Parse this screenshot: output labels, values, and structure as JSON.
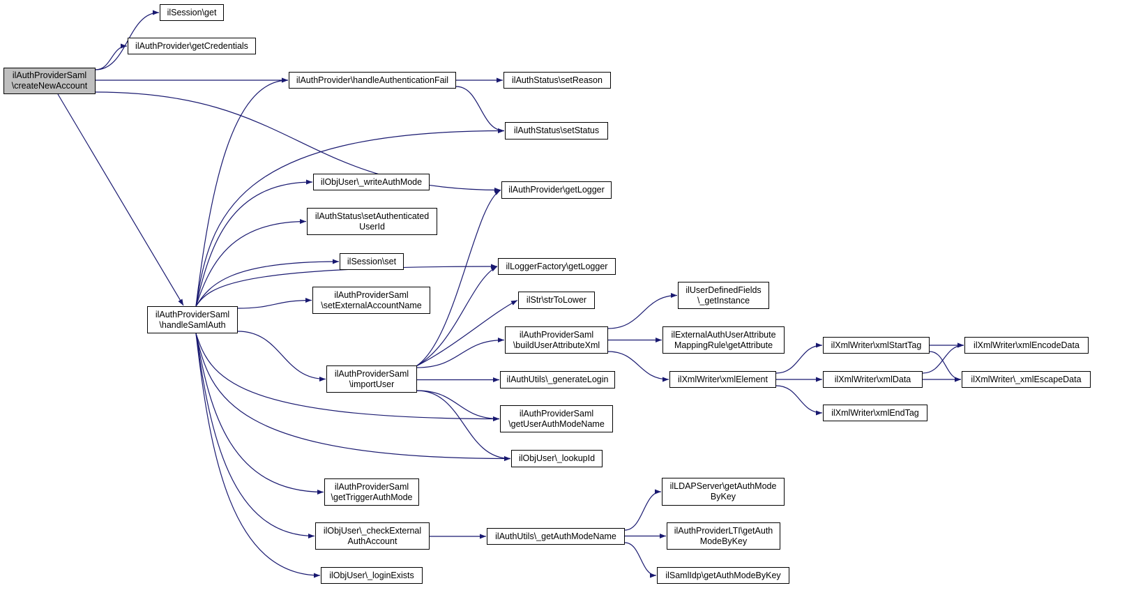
{
  "colors": {
    "edge": "#191970",
    "node_border": "#000000",
    "node_fill": "#ffffff",
    "root_fill": "#bfbfbf"
  },
  "nodes": [
    {
      "id": "createNewAccount",
      "lines": [
        "ilAuthProviderSaml",
        "\\createNewAccount"
      ],
      "root": true
    },
    {
      "id": "sessionGet",
      "lines": [
        "ilSession\\get"
      ]
    },
    {
      "id": "getCredentials",
      "lines": [
        "ilAuthProvider\\getCredentials"
      ]
    },
    {
      "id": "handleAuthFail",
      "lines": [
        "ilAuthProvider\\handleAuthenticationFail"
      ]
    },
    {
      "id": "setReason",
      "lines": [
        "ilAuthStatus\\setReason"
      ]
    },
    {
      "id": "setStatus",
      "lines": [
        "ilAuthStatus\\setStatus"
      ]
    },
    {
      "id": "getLogger",
      "lines": [
        "ilAuthProvider\\getLogger"
      ]
    },
    {
      "id": "writeAuthMode",
      "lines": [
        "ilObjUser\\_writeAuthMode"
      ]
    },
    {
      "id": "setAuthUserId",
      "lines": [
        "ilAuthStatus\\setAuthenticated",
        "UserId"
      ]
    },
    {
      "id": "sessionSet",
      "lines": [
        "ilSession\\set"
      ]
    },
    {
      "id": "setExtAccName",
      "lines": [
        "ilAuthProviderSaml",
        "\\setExternalAccountName"
      ]
    },
    {
      "id": "handleSamlAuth",
      "lines": [
        "ilAuthProviderSaml",
        "\\handleSamlAuth"
      ]
    },
    {
      "id": "loggerFactory",
      "lines": [
        "ilLoggerFactory\\getLogger"
      ]
    },
    {
      "id": "strToLower",
      "lines": [
        "ilStr\\strToLower"
      ]
    },
    {
      "id": "buildUserAttrXml",
      "lines": [
        "ilAuthProviderSaml",
        "\\buildUserAttributeXml"
      ]
    },
    {
      "id": "importUser",
      "lines": [
        "ilAuthProviderSaml",
        "\\importUser"
      ]
    },
    {
      "id": "generateLogin",
      "lines": [
        "ilAuthUtils\\_generateLogin"
      ]
    },
    {
      "id": "getUserAuthModeName",
      "lines": [
        "ilAuthProviderSaml",
        "\\getUserAuthModeName"
      ]
    },
    {
      "id": "lookupId",
      "lines": [
        "ilObjUser\\_lookupId"
      ]
    },
    {
      "id": "getTriggerAuthMode",
      "lines": [
        "ilAuthProviderSaml",
        "\\getTriggerAuthMode"
      ]
    },
    {
      "id": "checkExtAuth",
      "lines": [
        "ilObjUser\\_checkExternal",
        "AuthAccount"
      ]
    },
    {
      "id": "loginExists",
      "lines": [
        "ilObjUser\\_loginExists"
      ]
    },
    {
      "id": "getAuthModeName",
      "lines": [
        "ilAuthUtils\\_getAuthModeName"
      ]
    },
    {
      "id": "udfGetInstance",
      "lines": [
        "ilUserDefinedFields",
        "\\_getInstance"
      ]
    },
    {
      "id": "extAuthGetAttr",
      "lines": [
        "ilExternalAuthUserAttribute",
        "MappingRule\\getAttribute"
      ]
    },
    {
      "id": "xmlElement",
      "lines": [
        "ilXmlWriter\\xmlElement"
      ]
    },
    {
      "id": "xmlStartTag",
      "lines": [
        "ilXmlWriter\\xmlStartTag"
      ]
    },
    {
      "id": "xmlData",
      "lines": [
        "ilXmlWriter\\xmlData"
      ]
    },
    {
      "id": "xmlEndTag",
      "lines": [
        "ilXmlWriter\\xmlEndTag"
      ]
    },
    {
      "id": "xmlEncodeData",
      "lines": [
        "ilXmlWriter\\xmlEncodeData"
      ]
    },
    {
      "id": "xmlEscapeData",
      "lines": [
        "ilXmlWriter\\_xmlEscapeData"
      ]
    },
    {
      "id": "ldapGetAuthMode",
      "lines": [
        "ilLDAPServer\\getAuthMode",
        "ByKey"
      ]
    },
    {
      "id": "ltiGetAuthMode",
      "lines": [
        "ilAuthProviderLTI\\getAuth",
        "ModeByKey"
      ]
    },
    {
      "id": "samlIdpGetAuthMode",
      "lines": [
        "ilSamlIdp\\getAuthModeByKey"
      ]
    }
  ],
  "edges": [
    [
      "createNewAccount",
      "sessionGet"
    ],
    [
      "createNewAccount",
      "getCredentials"
    ],
    [
      "createNewAccount",
      "handleAuthFail"
    ],
    [
      "createNewAccount",
      "getLogger"
    ],
    [
      "createNewAccount",
      "handleSamlAuth"
    ],
    [
      "handleAuthFail",
      "setReason"
    ],
    [
      "handleAuthFail",
      "setStatus"
    ],
    [
      "handleSamlAuth",
      "handleAuthFail"
    ],
    [
      "handleSamlAuth",
      "setStatus"
    ],
    [
      "handleSamlAuth",
      "writeAuthMode"
    ],
    [
      "handleSamlAuth",
      "setAuthUserId"
    ],
    [
      "handleSamlAuth",
      "sessionSet"
    ],
    [
      "handleSamlAuth",
      "setExtAccName"
    ],
    [
      "handleSamlAuth",
      "loggerFactory"
    ],
    [
      "handleSamlAuth",
      "importUser"
    ],
    [
      "handleSamlAuth",
      "getUserAuthModeName"
    ],
    [
      "handleSamlAuth",
      "lookupId"
    ],
    [
      "handleSamlAuth",
      "getTriggerAuthMode"
    ],
    [
      "handleSamlAuth",
      "checkExtAuth"
    ],
    [
      "handleSamlAuth",
      "loginExists"
    ],
    [
      "importUser",
      "getLogger"
    ],
    [
      "importUser",
      "loggerFactory"
    ],
    [
      "importUser",
      "strToLower"
    ],
    [
      "importUser",
      "buildUserAttrXml"
    ],
    [
      "importUser",
      "generateLogin"
    ],
    [
      "importUser",
      "getUserAuthModeName"
    ],
    [
      "importUser",
      "lookupId"
    ],
    [
      "buildUserAttrXml",
      "udfGetInstance"
    ],
    [
      "buildUserAttrXml",
      "extAuthGetAttr"
    ],
    [
      "buildUserAttrXml",
      "xmlElement"
    ],
    [
      "xmlElement",
      "xmlStartTag"
    ],
    [
      "xmlElement",
      "xmlData"
    ],
    [
      "xmlElement",
      "xmlEndTag"
    ],
    [
      "xmlStartTag",
      "xmlEncodeData"
    ],
    [
      "xmlStartTag",
      "xmlEscapeData"
    ],
    [
      "xmlData",
      "xmlEncodeData"
    ],
    [
      "xmlData",
      "xmlEscapeData"
    ],
    [
      "checkExtAuth",
      "getAuthModeName"
    ],
    [
      "getAuthModeName",
      "ldapGetAuthMode"
    ],
    [
      "getAuthModeName",
      "ltiGetAuthMode"
    ],
    [
      "getAuthModeName",
      "samlIdpGetAuthMode"
    ]
  ]
}
